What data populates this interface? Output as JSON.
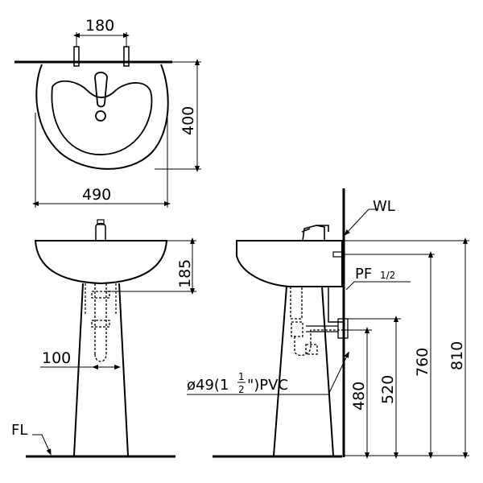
{
  "top_view": {
    "faucet_spacing": "180",
    "depth": "400",
    "width": "490"
  },
  "front_view": {
    "basin_height": "185",
    "pedestal_offset": "100",
    "floor_label": "FL"
  },
  "side_view": {
    "wall_label": "WL",
    "supply_label": "PF",
    "supply_size": "1/2",
    "drain_label_prefix": "ø49(1",
    "drain_frac_num": "1",
    "drain_frac_den": "2",
    "drain_label_suffix": "\")PVC",
    "height_480": "480",
    "height_520": "520",
    "height_760": "760",
    "height_810": "810"
  }
}
